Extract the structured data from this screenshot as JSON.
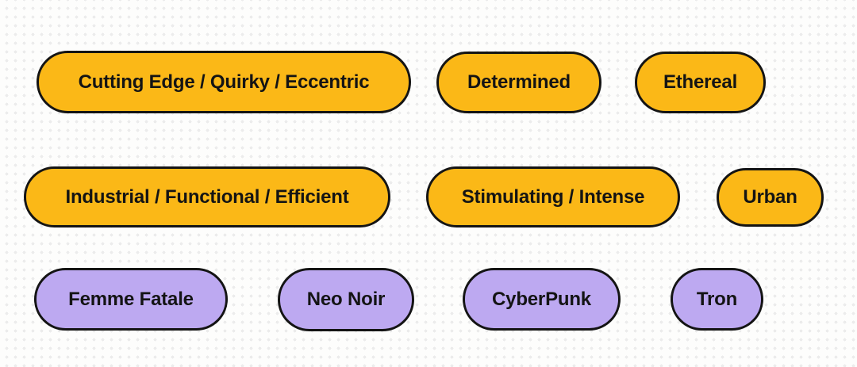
{
  "palette": {
    "amber_fill": "#fbb817",
    "lavender_fill": "#bda9f1",
    "outline": "#141414",
    "text": "#141414",
    "canvas_background": "#fdfdfc",
    "canvas_dot": "#ececec"
  },
  "board": {
    "rows": [
      {
        "items": [
          {
            "label": "Cutting Edge / Quirky / Eccentric",
            "color": "amber_fill"
          },
          {
            "label": "Determined",
            "color": "amber_fill"
          },
          {
            "label": "Ethereal",
            "color": "amber_fill"
          }
        ]
      },
      {
        "items": [
          {
            "label": "Industrial / Functional / Efficient",
            "color": "amber_fill"
          },
          {
            "label": "Stimulating / Intense",
            "color": "amber_fill"
          },
          {
            "label": "Urban",
            "color": "amber_fill"
          }
        ]
      },
      {
        "items": [
          {
            "label": "Femme Fatale",
            "color": "lavender_fill"
          },
          {
            "label": "Neo Noir",
            "color": "lavender_fill"
          },
          {
            "label": "CyberPunk",
            "color": "lavender_fill"
          },
          {
            "label": "Tron",
            "color": "lavender_fill"
          }
        ]
      }
    ]
  }
}
